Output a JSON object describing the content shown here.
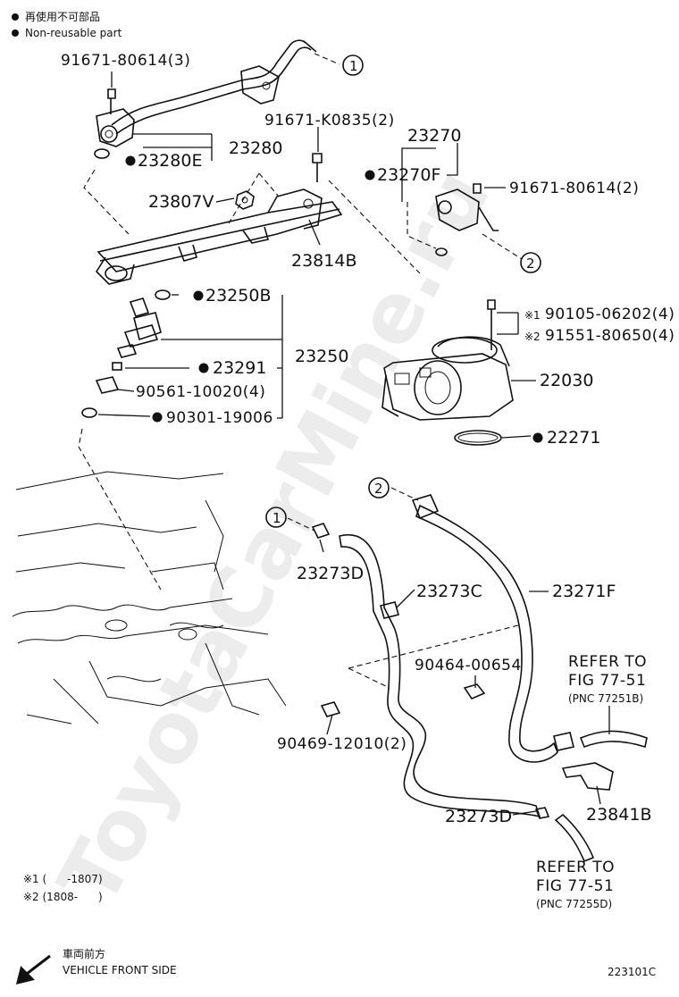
{
  "legend": {
    "nonreusable_jp": "再使用不可部品",
    "nonreusable_en": "Non-reusable part"
  },
  "watermark": "ToyotaCarMine.ru",
  "callouts": {
    "c1": "1",
    "c2": "2"
  },
  "labels": {
    "p91671_80614_3": "91671-80614(3)",
    "p91671_K0835_2": "91671-K0835(2)",
    "p23280": "23280",
    "p23280E": "23280E",
    "p23807V": "23807V",
    "p23814B": "23814B",
    "p23270": "23270",
    "p23270F": "23270F",
    "p91671_80614_2": "91671-80614(2)",
    "p23250B": "23250B",
    "p23250": "23250",
    "p23291": "23291",
    "p90561_10020_4": "90561-10020(4)",
    "p90301_19006": "90301-19006",
    "p90105_06202_4": "90105-06202(4)",
    "p91551_80650_4": "91551-80650(4)",
    "mark1": "※1",
    "mark2": "※2",
    "p22030": "22030",
    "p22271": "22271",
    "p23273D_top": "23273D",
    "p23273C": "23273C",
    "p23271F": "23271F",
    "p90464_00654": "90464-00654",
    "p90469_12010_2": "90469-12010(2)",
    "p23273D_bottom": "23273D",
    "p23841B": "23841B"
  },
  "refers": {
    "r1_line1": "REFER TO",
    "r1_line2": "FIG 77-51",
    "r1_line3": "(PNC 77251B)",
    "r2_line1": "REFER TO",
    "r2_line2": "FIG 77-51",
    "r2_line3": "(PNC 77255D)"
  },
  "footnotes": {
    "f1": "※1 (      -1807)",
    "f2": "※2 (1808-      )"
  },
  "front": {
    "jp": "車両前方",
    "en": "VEHICLE FRONT SIDE"
  },
  "figure_id": "223101C"
}
